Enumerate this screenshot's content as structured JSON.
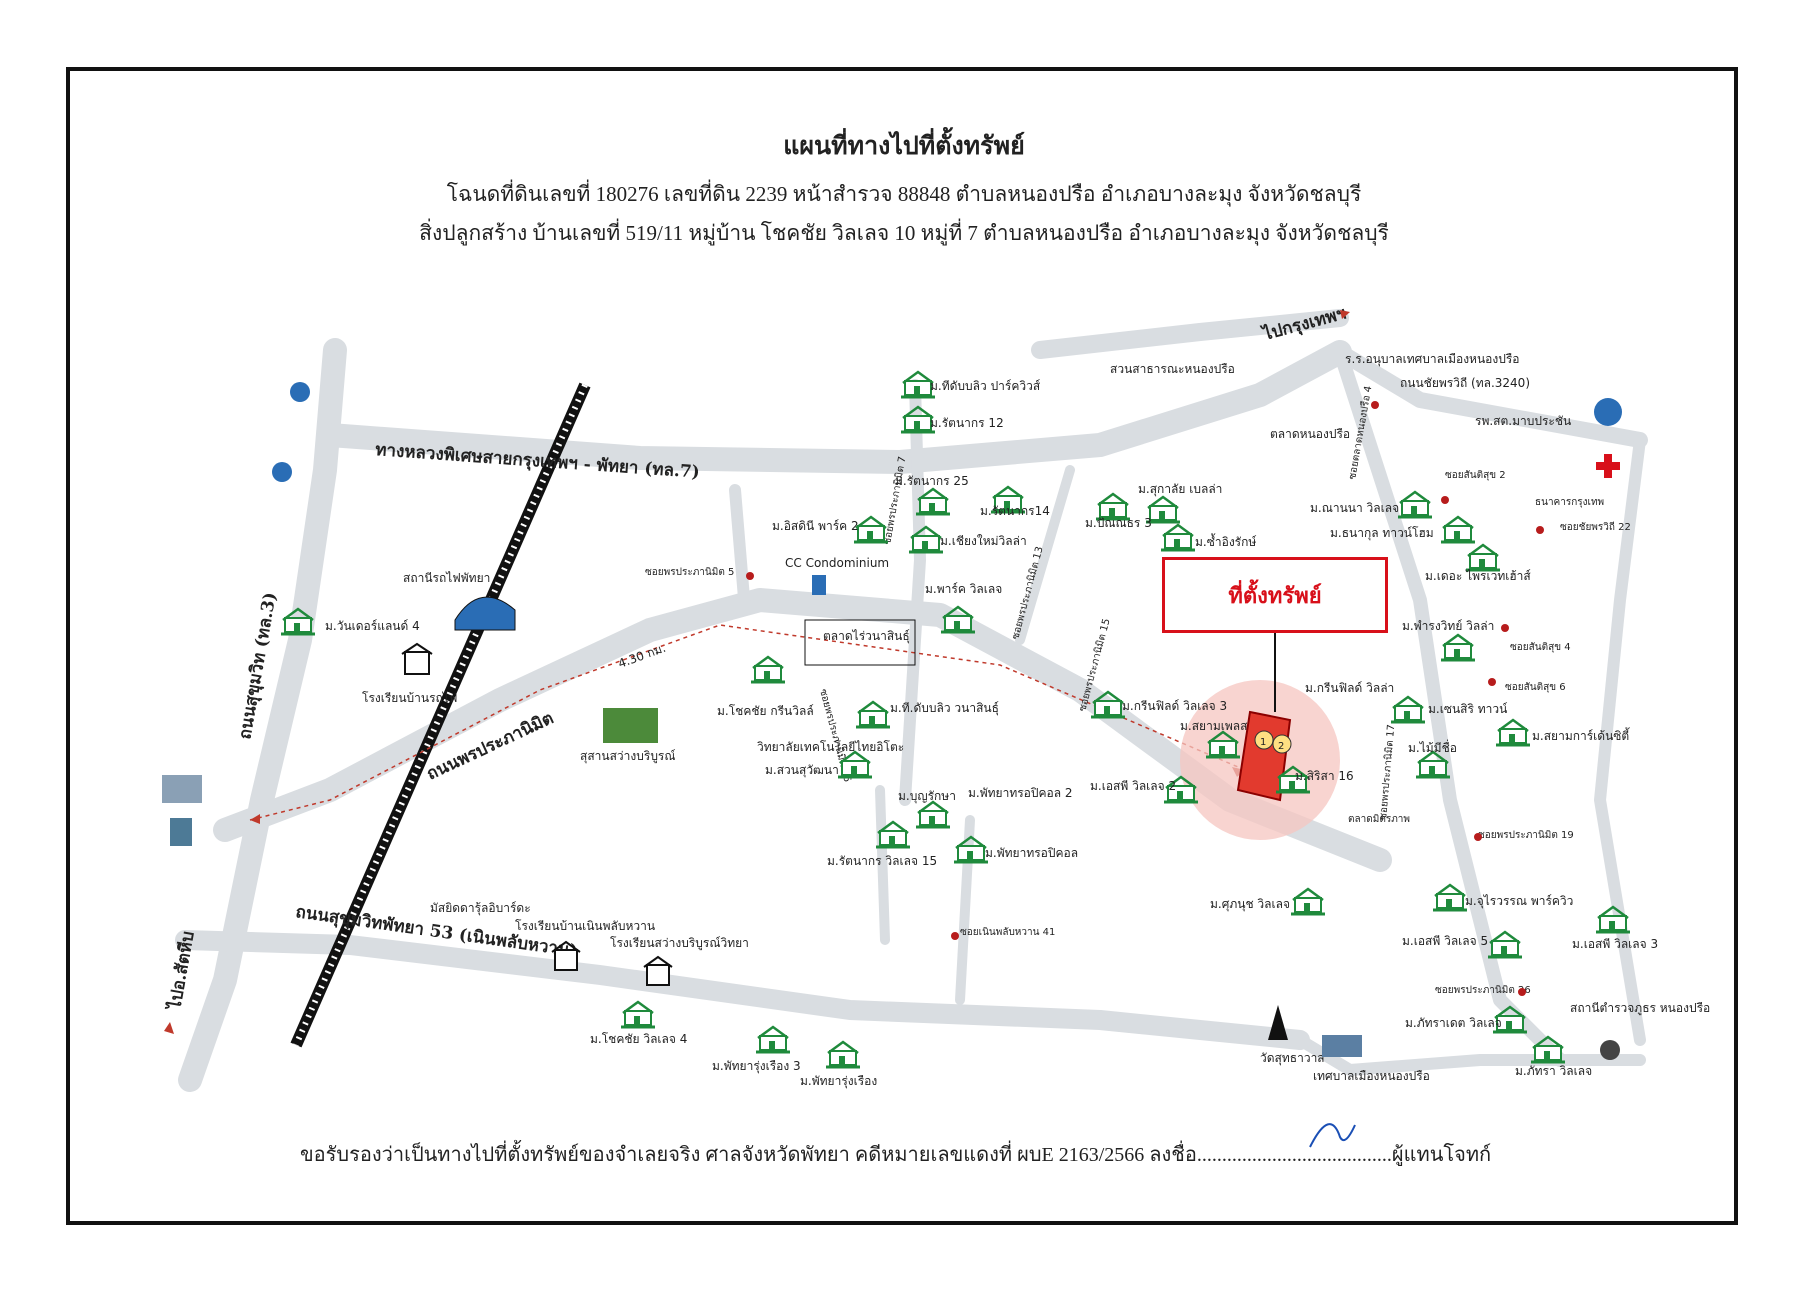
{
  "header": {
    "title": "แผนที่ทางไปที่ตั้งทรัพย์",
    "line1": "โฉนดที่ดินเลขที่ 180276  เลขที่ดิน 2239  หน้าสำรวจ 88848  ตำบลหนองปรือ  อำเภอบางละมุง  จังหวัดชลบุรี",
    "line2": "สิ่งปลูกสร้าง  บ้านเลขที่ 519/11  หมู่บ้าน โชคชัย วิลเลจ 10  หมู่ที่ 7  ตำบลหนองปรือ  อำเภอบางละมุง  จังหวัดชลบุรี"
  },
  "map": {
    "property_label": "ที่ตั้งทรัพย์",
    "distance_label": "4.30 กม.",
    "roads": {
      "hwy7": "ทางหลวงพิเศษสายกรุงเทพฯ - พัทยา (ทล.7)",
      "sukhumvit": "ถนนสุขุมวิท (ทล.3)",
      "phonprapanimit": "ถนนพรประภานิมิต",
      "sukhumvit_pattaya53": "ถนนสุขุมวิทพัทยา 53 (เนินพลับหวาน)",
      "to_bangkok": "ไปกรุงเทพฯ",
      "to_sattahip": "ไปอ.สัตหีบ",
      "chaiyapruek": "ถนนชัยพรวิถี (ทล.3240)"
    },
    "places": {
      "train_station": "สถานีรถไฟพัทยา",
      "rail_school": "โรงเรียนบ้านรถไฟ",
      "wonderland": "ม.วันเดอร์แลนด์ 4",
      "cc_condo": "CC Condominium",
      "market_saiwanasin": "ตลาดไร่วนาสินธุ์",
      "soi_p5": "ซอยพรประภานิมิต 5",
      "soi_p7": "ซอยพรประภานิมิต 7",
      "soi_p13": "ซอยพรประภานิมิต 13",
      "soi_p15": "ซอยพรประภานิมิต 15",
      "soi_p16": "ซอยพรประภานิมิต 16",
      "soi_p17": "ซอยพรประภานิมิต 17",
      "soi_p19": "ซอยพรประภานิมิต 19",
      "soi_p26": "ซอยพรประภานิมิต 26",
      "soi_noenplub41": "ซอยเนินพลับหวาน 41",
      "soi_santisuk2": "ซอยสันติสุข 2",
      "soi_santisuk4": "ซอยสันติสุข 4",
      "soi_santisuk6": "ซอยสันติสุข 6",
      "soi_chaiyapruek22": "ซอยชัยพรวิถี 22",
      "soi_market": "ซอยตลาดหนองปรือ 4",
      "park_nongprue": "สวนสาธารณะหนองปรือ",
      "school_anuban": "ร.ร.อนุบาลเทศบาลเมืองหนองปรือ",
      "market_nongprue": "ตลาดหนองปรือ",
      "hospital": "รพ.สต.มาบประชัน",
      "bangkok_bank": "ธนาคารกรุงเทพ",
      "chokchai_green": "ม.โชคชัย กรีนวิลล์",
      "chokchai4": "ม.โชคชัย วิลเลจ 4",
      "cemetery": "สุสานสว่างบริบูรณ์",
      "technical_college": "วิทยาลัยเทคโนโลยีไทยอิโตะ",
      "suan_suwanna": "ม.สวนสุวัฒนา",
      "ratanakorn15": "ม.รัตนากร วิลเลจ 15",
      "boonruk": "ม.บุญรักษา",
      "pattaya_tropical2": "ม.พัทยาทรอปิคอล 2",
      "pattaya_tropical": "ม.พัทยาทรอปิคอล",
      "es_v2": "ม.เอสพี วิลเลจ 2",
      "es_v3": "ม.เอสพี วิลเลจ 3",
      "es_v5": "ม.เอสพี วิลเลจ 5",
      "green_field3": "ม.กรีนฟิลด์ วิลเลจ 3",
      "green_field": "ม.กรีนฟิลด์ วิลล่า",
      "siam_place": "ม.สยามเพลส",
      "sirisa16": "ม.สิริสา 16",
      "nasin": "ม.ที.ดับบลิว วนาสินธุ์",
      "park_village": "ม.พาร์ค วิลเลจ",
      "ratanakorn25": "ม.รัตนากร 25",
      "ratanakorn14": "ม.รัตนากร14",
      "ratanakorn12": "ม.รัตนากร 12",
      "tw_park": "ม.ทีดับบลิว ปาร์ควิวส์",
      "isdinee": "ม.อิสดินี พาร์ค 2",
      "chiangmai_villa": "ม.เชียงใหม่วิลล่า",
      "sukhonthamet": "ม.สุกาลัย เบลล่า",
      "pattana3": "ม.ปัณณธร 3",
      "sam_arkan": "ม.ซ้ำอิงรักษ์",
      "nanna": "ม.ณานนา วิลเลจ",
      "thanakul": "ม.ธนากุล ทาวน์โฮม",
      "the_prime": "ม.เดอะ ไพรเวทเฮ้าส์",
      "pan_villa": "ม.พำรงวิทย์ วิลล่า",
      "sensiri": "ม.เซนสิริ ทาวน์",
      "mai_mi": "ม.ไม้มีชื่อ",
      "siam_garden": "ม.สยามการ์เด้นซิตี้",
      "jaruwan": "ม.จุไรวรรณ พาร์ควิว",
      "supanut": "ม.ศุภนุช วิลเลจ",
      "pattra_t": "ม.ภัทราเดต วิลเลจ",
      "pattra": "ม.ภัทรา วิลเลจ",
      "police": "สถานีตำรวจภูธร หนองปรือ",
      "wat": "วัดสุทธาวาส",
      "municipality": "เทศบาลเมืองหนองปรือ",
      "pattaya_rueng3": "ม.พัทยารุ่งเรือง 3",
      "pattaya_rueng": "ม.พัทยารุ่งเรือง",
      "mosque": "มัสยิดดารุ้ลอิบาร์ดะ",
      "school_noenplub": "โรงเรียนบ้านเนินพลับหวาน",
      "school_sawang": "โรงเรียนสว่างบริบูรณ์วิทยา",
      "market_mit": "ตลาดมิตรภาพ"
    }
  },
  "footer": {
    "certify": "ขอรับรองว่าเป็นทางไปที่ตั้งทรัพย์ของจำเลยจริง ศาลจังหวัดพัทยา คดีหมายเลขแดงที่ ผบE 2163/2566  ลงชื่อ.......................................ผู้แทนโจทก์"
  },
  "colors": {
    "road_fill": "#d9dde1",
    "accent_red": "#d8101a",
    "route": "#c0392b",
    "house_green": "#1f8a3c"
  }
}
